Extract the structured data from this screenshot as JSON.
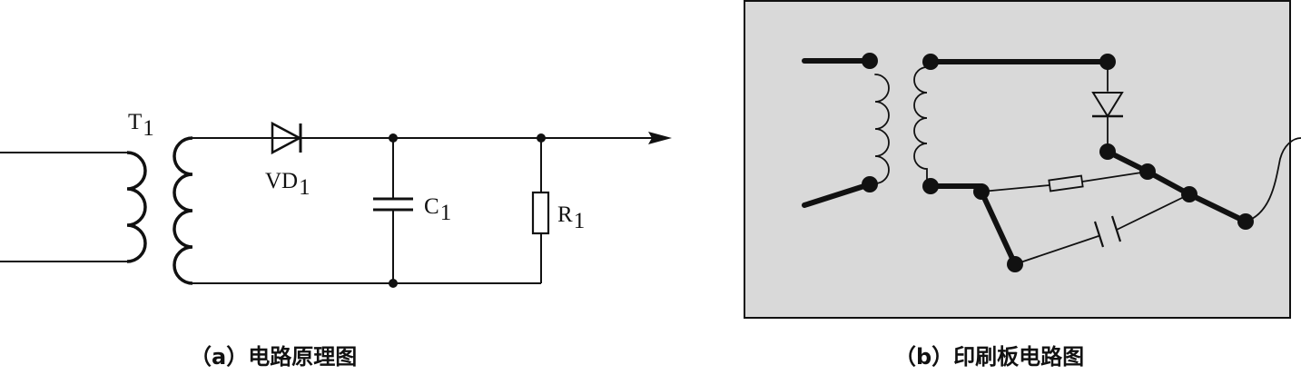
{
  "schematic": {
    "transformer_label": "T",
    "transformer_sub": "1",
    "diode_label": "VD",
    "diode_sub": "1",
    "capacitor_label": "C",
    "capacitor_sub": "1",
    "resistor_label": "R",
    "resistor_sub": "1"
  },
  "captions": {
    "a": "（a）电路原理图",
    "b": "（b）印刷板电路图"
  },
  "colors": {
    "ink": "#111111",
    "board_fill": "#d9d9d9",
    "paper": "#ffffff"
  }
}
